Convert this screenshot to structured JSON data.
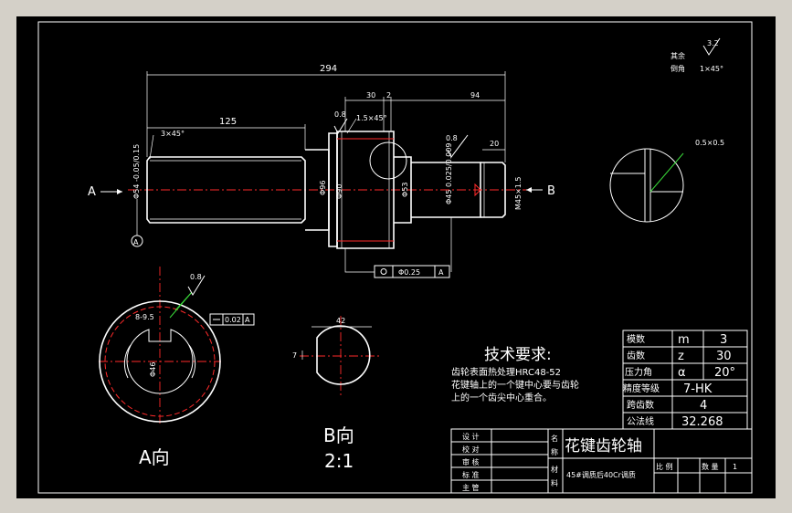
{
  "colors": {
    "background": "#000000",
    "frame": "#d4d0c8",
    "line": "#ffffff",
    "centerline": "#ff2a2a",
    "leader": "#39d839"
  },
  "dimensions": {
    "overall": "294",
    "left_len": "125",
    "chamfer_left": "3×45°",
    "d30": "30",
    "d2": "2",
    "d94": "94",
    "d20": "20",
    "chamfer_mid": "1.5×45°",
    "left_dia": "Φ54 -0.05/0.15",
    "gear_dia1": "Φ96",
    "gear_dia2": "Φ90",
    "mid_dia": "Φ53",
    "right_dia": "Φ45 0.025/0.009",
    "thread": "M45×1.5",
    "detail_label": "0.5×0.5",
    "b_width": "42",
    "b_depth": "7",
    "spline": "8-9.5",
    "section_dia": "Φ46"
  },
  "roughness": {
    "r1": "0.8",
    "r2": "0.8",
    "r3": "0.8",
    "r_general": "3.2"
  },
  "notes": {
    "rest_label": "其余",
    "chamfer_label": "倒角",
    "chamfer_value": "1×45°"
  },
  "datums": {
    "a_marker": "A",
    "runout_value": "Φ0.25",
    "runout_ref": "A",
    "sym_value": "0.02",
    "sym_ref": "A"
  },
  "views": {
    "arrow_a": "A",
    "arrow_b": "B",
    "view_a_title": "A向",
    "view_b_title": "B向",
    "view_b_scale": "2:1"
  },
  "tech_req": {
    "title": "技术要求:",
    "lines": [
      "齿轮表面热处理HRC48-52",
      "花键轴上的一个键中心要与齿轮",
      "上的一个齿尖中心重合。"
    ]
  },
  "gear_table": [
    {
      "label": "模数",
      "symbol": "m",
      "value": "3"
    },
    {
      "label": "齿数",
      "symbol": "z",
      "value": "30"
    },
    {
      "label": "压力角",
      "symbol": "α",
      "value": "20°"
    },
    {
      "label": "精度等级",
      "symbol": "",
      "value": "7-HK"
    },
    {
      "label": "跨齿数",
      "symbol": "",
      "value": "4"
    },
    {
      "label": "公法线",
      "symbol": "",
      "value": "32.268"
    }
  ],
  "title_block": {
    "roles": [
      "设 计",
      "校 对",
      "审 核",
      "标 准",
      "主 管"
    ],
    "name_label": "名",
    "name_label2": "称",
    "material_label": "材",
    "material_label2": "料",
    "part_name": "花键齿轮轴",
    "material": "45#调质后40Cr调质",
    "scale_label": "比 例",
    "qty_label": "数 量",
    "qty_value": "1"
  }
}
